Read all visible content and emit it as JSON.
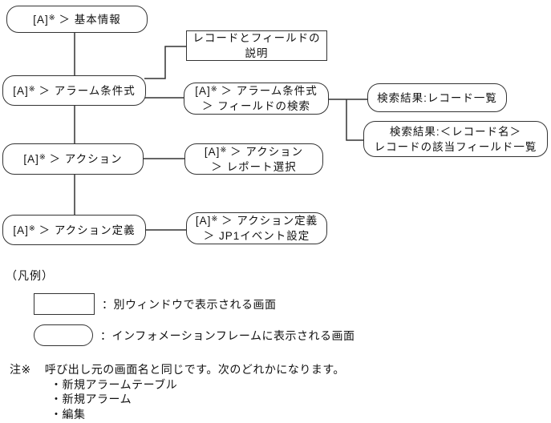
{
  "colors": {
    "line": "#333333",
    "text": "#111111",
    "background": "#ffffff"
  },
  "diagram": {
    "nodes": [
      {
        "id": "basic-info",
        "shape": "rounded",
        "prefix": "[A]",
        "sup": "※",
        "text": " ＞ 基本情報"
      },
      {
        "id": "record-field-desc",
        "shape": "rect",
        "line1": "レコードとフィールドの",
        "line2": "説明"
      },
      {
        "id": "alarm-condition",
        "shape": "rounded",
        "prefix": "[A]",
        "sup": "※",
        "text": " ＞ アラーム条件式"
      },
      {
        "id": "field-search",
        "shape": "rounded",
        "prefix": "[A]",
        "sup": "※",
        "text": " ＞ アラーム条件式",
        "text2": "＞ フィールドの検索"
      },
      {
        "id": "search-result-records",
        "shape": "rounded",
        "text": "検索結果:レコード一覧"
      },
      {
        "id": "search-result-fields",
        "shape": "rounded",
        "line1": "検索結果:＜レコード名＞",
        "line2": "レコードの該当フィールド一覧"
      },
      {
        "id": "action",
        "shape": "rounded",
        "prefix": "[A]",
        "sup": "※",
        "text": " ＞ アクション"
      },
      {
        "id": "report-select",
        "shape": "rounded",
        "prefix": "[A]",
        "sup": "※",
        "text": " ＞ アクション",
        "text2": "＞ レポート選択"
      },
      {
        "id": "action-definition",
        "shape": "rounded",
        "prefix": "[A]",
        "sup": "※",
        "text": " ＞ アクション定義"
      },
      {
        "id": "jp1-event-setting",
        "shape": "rounded",
        "prefix": "[A]",
        "sup": "※",
        "text": " ＞ アクション定義",
        "text2": "＞ JP1イベント設定"
      }
    ]
  },
  "legend": {
    "title": "（凡例）",
    "items": [
      {
        "shape": "rect",
        "label": "：別ウィンドウで表示される画面"
      },
      {
        "shape": "rounded",
        "label": "：インフォメーションフレームに表示される画面"
      }
    ]
  },
  "note": {
    "marker": "注※",
    "text": "呼び出し元の画面名と同じです。次のどれかになります。",
    "items": [
      "・新規アラームテーブル",
      "・新規アラーム",
      "・編集"
    ]
  }
}
